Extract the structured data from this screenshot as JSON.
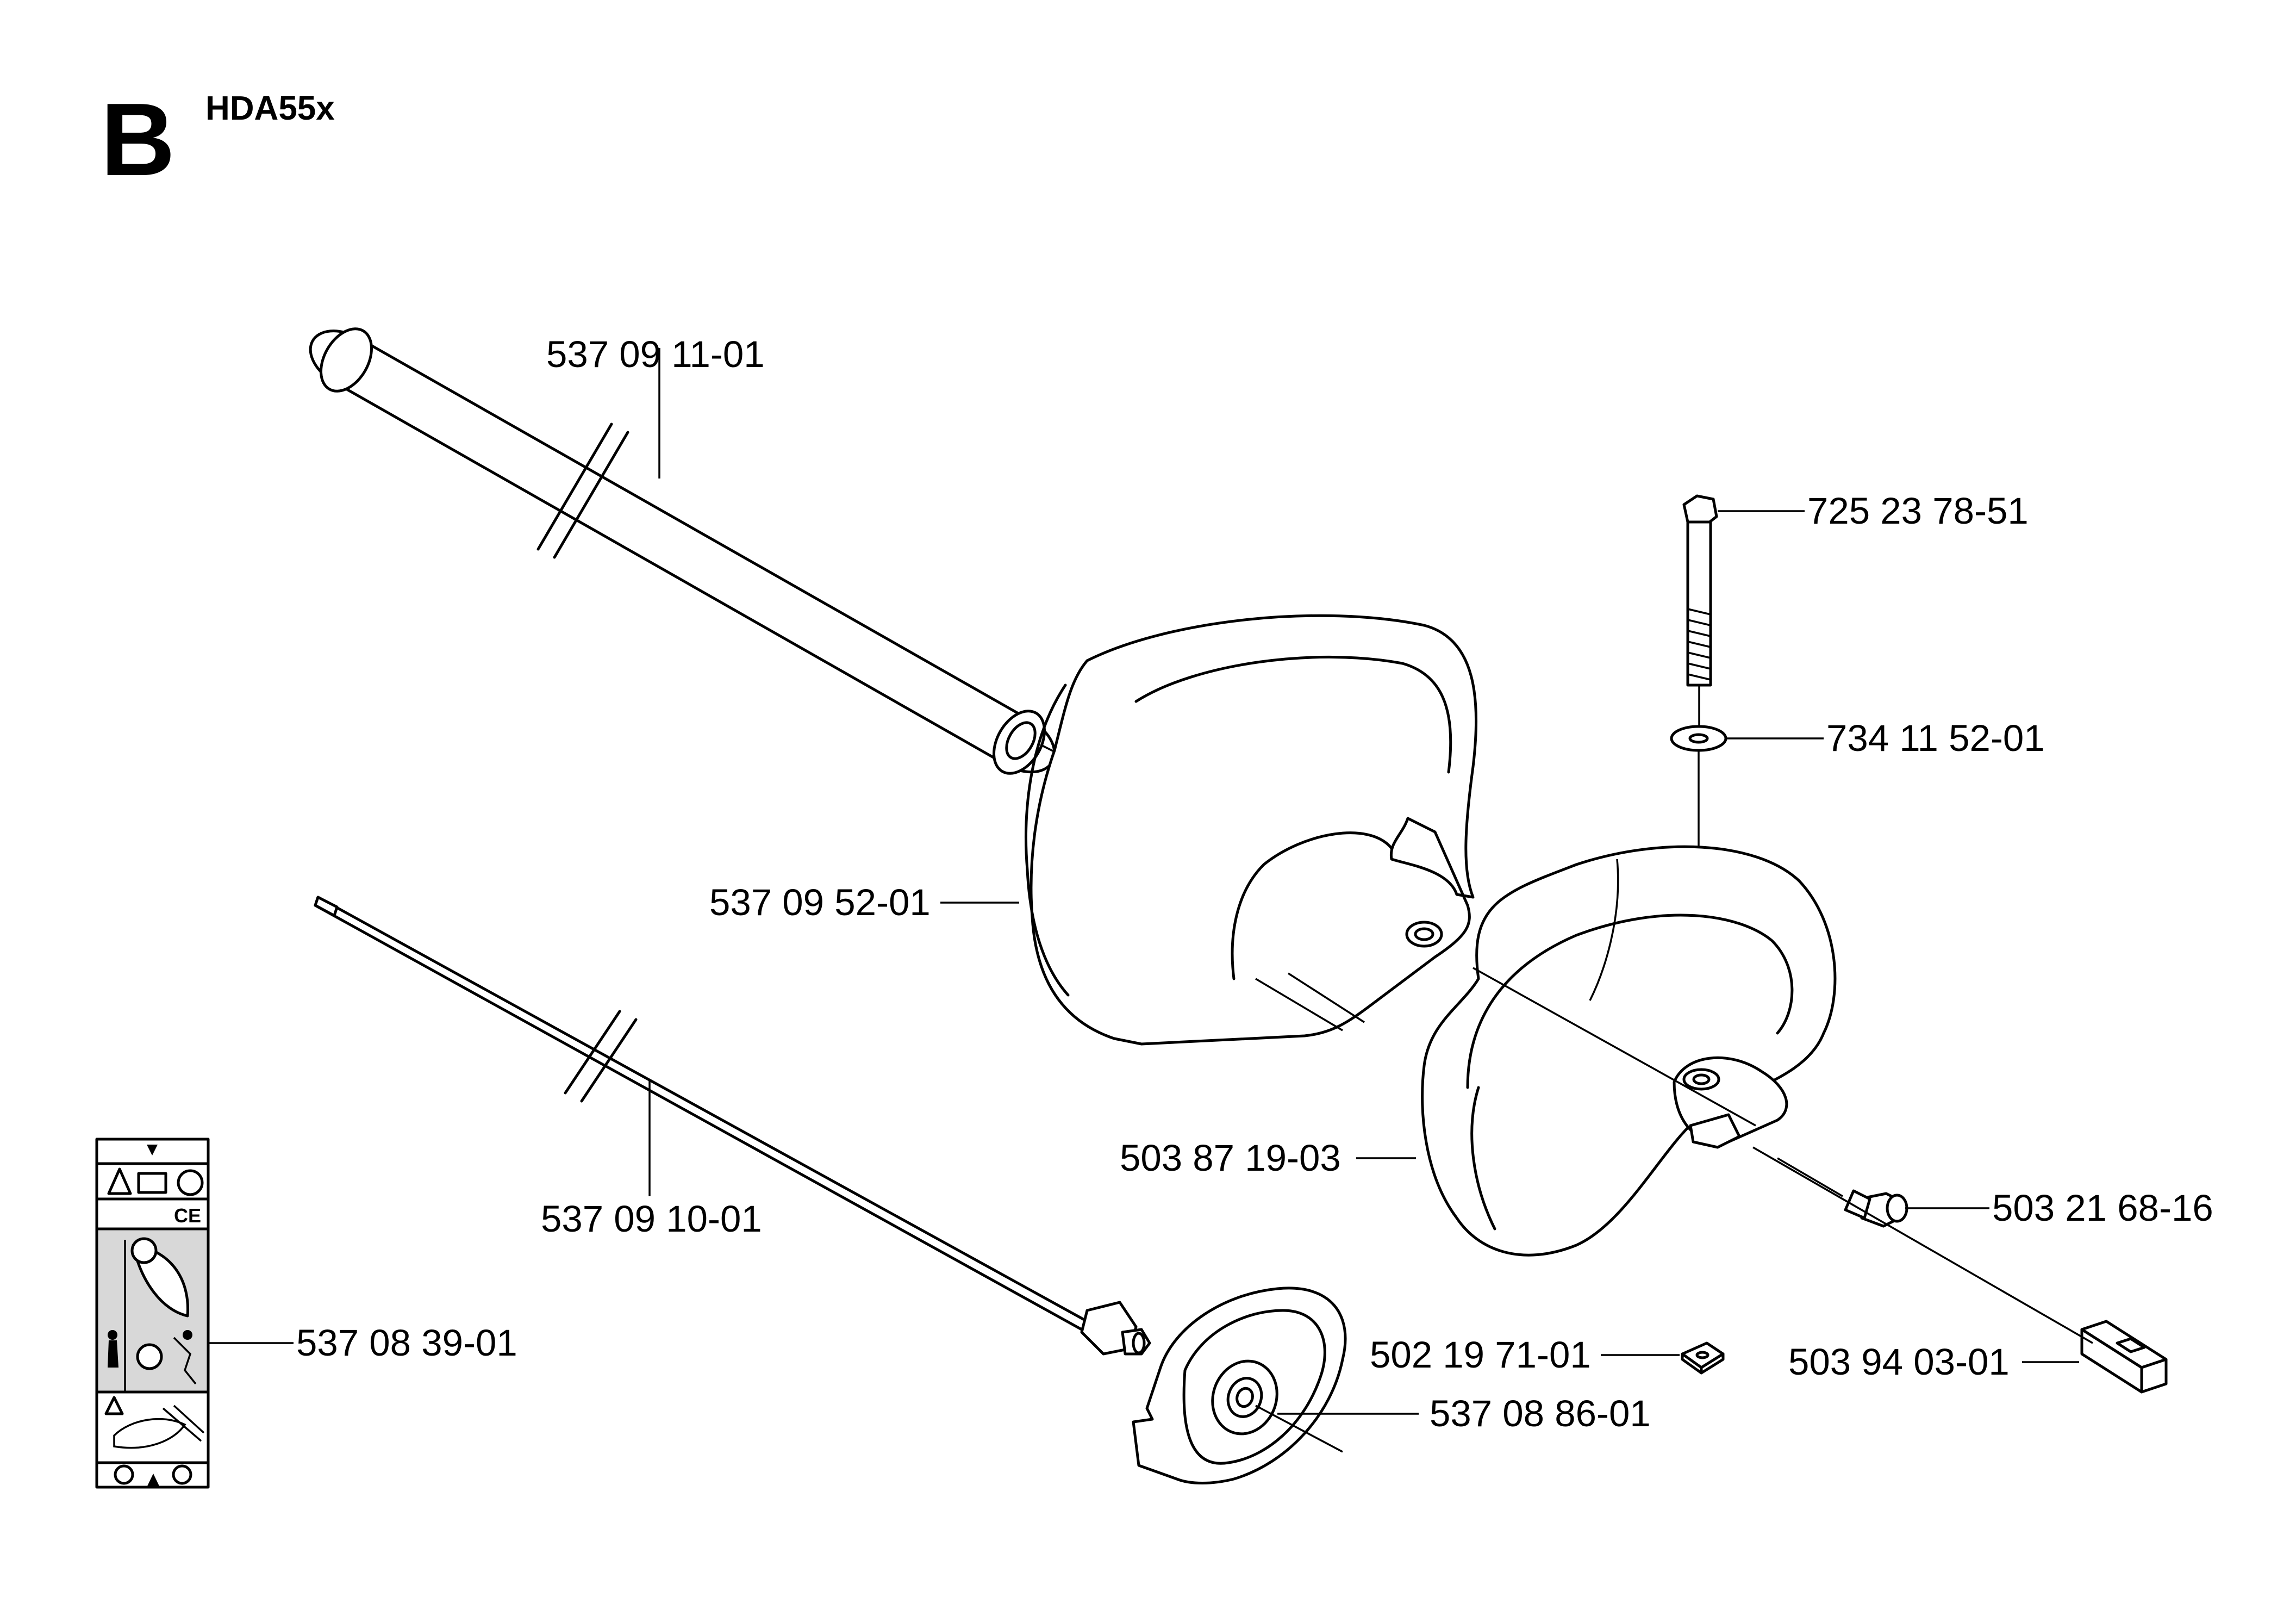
{
  "header": {
    "section": "B",
    "model": "HDA55x"
  },
  "parts": [
    {
      "id": "tube",
      "number": "537 09 11-01"
    },
    {
      "id": "bolt",
      "number": "725 23 78-51"
    },
    {
      "id": "washer",
      "number": "734 11 52-01"
    },
    {
      "id": "guard",
      "number": "537 09 52-01"
    },
    {
      "id": "handle",
      "number": "503 87 19-03"
    },
    {
      "id": "screw",
      "number": "503 21 68-16"
    },
    {
      "id": "drive-shaft",
      "number": "537 09 10-01"
    },
    {
      "id": "decal",
      "number": "537 08 39-01"
    },
    {
      "id": "nut",
      "number": "502 19 71-01"
    },
    {
      "id": "clamp",
      "number": "503 94 03-01"
    },
    {
      "id": "cover",
      "number": "537 08 86-01"
    }
  ]
}
